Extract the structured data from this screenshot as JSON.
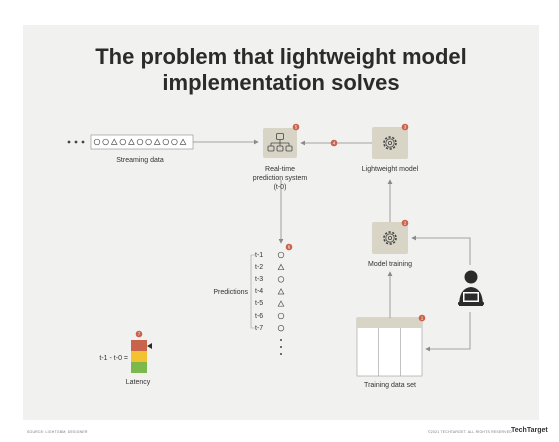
{
  "title_line1": "The problem that lightweight model",
  "title_line2": "implementation solves",
  "labels": {
    "streaming_data": "Streaming data",
    "realtime_line1": "Real-time",
    "realtime_line2": "prediction system",
    "realtime_line3": "(t-0)",
    "lightweight_model": "Lightweight model",
    "model_training": "Model training",
    "predictions": "Predictions",
    "training_data_set": "Training data set",
    "latency": "Latency",
    "latency_formula": "t-1 - t-0 ="
  },
  "steps": [
    "1",
    "2",
    "3",
    "4",
    "5",
    "6",
    "7"
  ],
  "prediction_times": [
    "t-1",
    "t-2",
    "t-3",
    "t-4",
    "t-5",
    "t-6",
    "t-7"
  ],
  "prediction_shapes": [
    "circle",
    "triangle",
    "circle",
    "triangle",
    "triangle",
    "circle",
    "circle"
  ],
  "stream_shapes": [
    "circle",
    "circle",
    "triangle",
    "circle",
    "triangle",
    "circle",
    "circle",
    "triangle",
    "circle",
    "circle",
    "triangle"
  ],
  "latency_colors": [
    "#c8634c",
    "#f2c230",
    "#7cb84a"
  ],
  "colors": {
    "accent": "#c8634c",
    "icon_bg": "#d8d5c7",
    "line": "#9a9a9a"
  },
  "footer_left": "SOURCE: LIGHTGBM; DESIGNER",
  "footer_right": "©2021 TECHTARGET. ALL RIGHTS RESERVED",
  "logo": "TechTarget"
}
